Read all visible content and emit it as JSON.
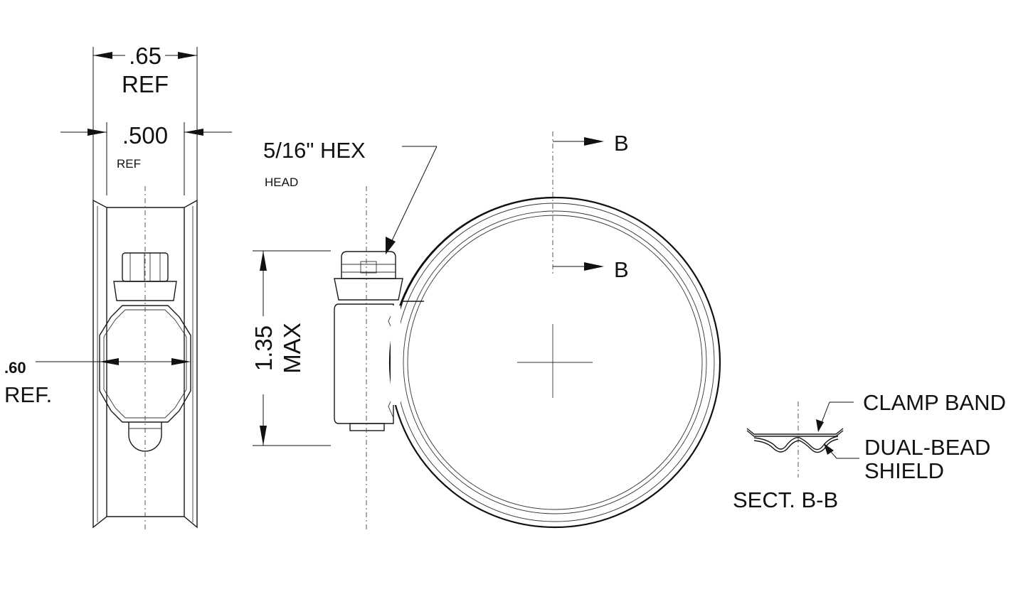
{
  "dims": {
    "width_ref_value": ".65",
    "width_ref_label": "REF",
    "band_width_value": ".500",
    "band_width_label": "REF",
    "height_ref_value": ".60",
    "height_ref_label": "REF.",
    "max_height_value": "1.35",
    "max_height_label": "MAX"
  },
  "callouts": {
    "hex": "5/16\" HEX",
    "hex_sub": "HEAD",
    "section_marker": "B",
    "clamp_band": "CLAMP BAND",
    "shield_line1": "DUAL-BEAD",
    "shield_line2": "SHIELD",
    "section_title": "SECT. B-B"
  }
}
